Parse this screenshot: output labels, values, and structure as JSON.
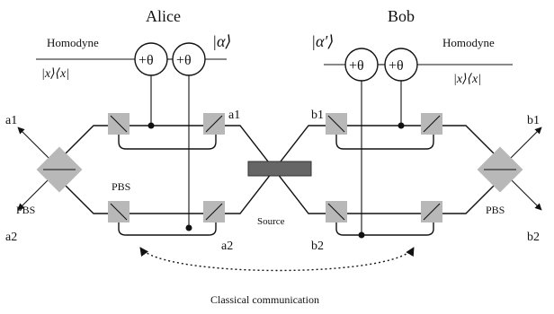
{
  "parties": {
    "alice": "Alice",
    "bob": "Bob"
  },
  "homodyne": {
    "left_label": "Homodyne",
    "left_projector": "|x⟩⟨x|",
    "right_label": "Homodyne",
    "right_projector": "|x⟩⟨x|"
  },
  "states": {
    "alice_state": "|α⟩",
    "bob_state": "|α′⟩"
  },
  "phase_shifter_label": "+θ",
  "ports": {
    "left_a1": "a1",
    "left_a2": "a2",
    "alice_a1": "a1",
    "alice_a2": "a2",
    "bob_b1": "b1",
    "bob_b2": "b2",
    "right_b1": "b1",
    "right_b2": "b2"
  },
  "pbs": {
    "left_pbs": "PBS",
    "alice_pbs": "PBS",
    "right_pbs": "PBS"
  },
  "source_label": "Source",
  "classical_communication": "Classical communication",
  "colors": {
    "line": "#111111",
    "beamsplitter": "#b8b8b8",
    "source": "#666666"
  }
}
